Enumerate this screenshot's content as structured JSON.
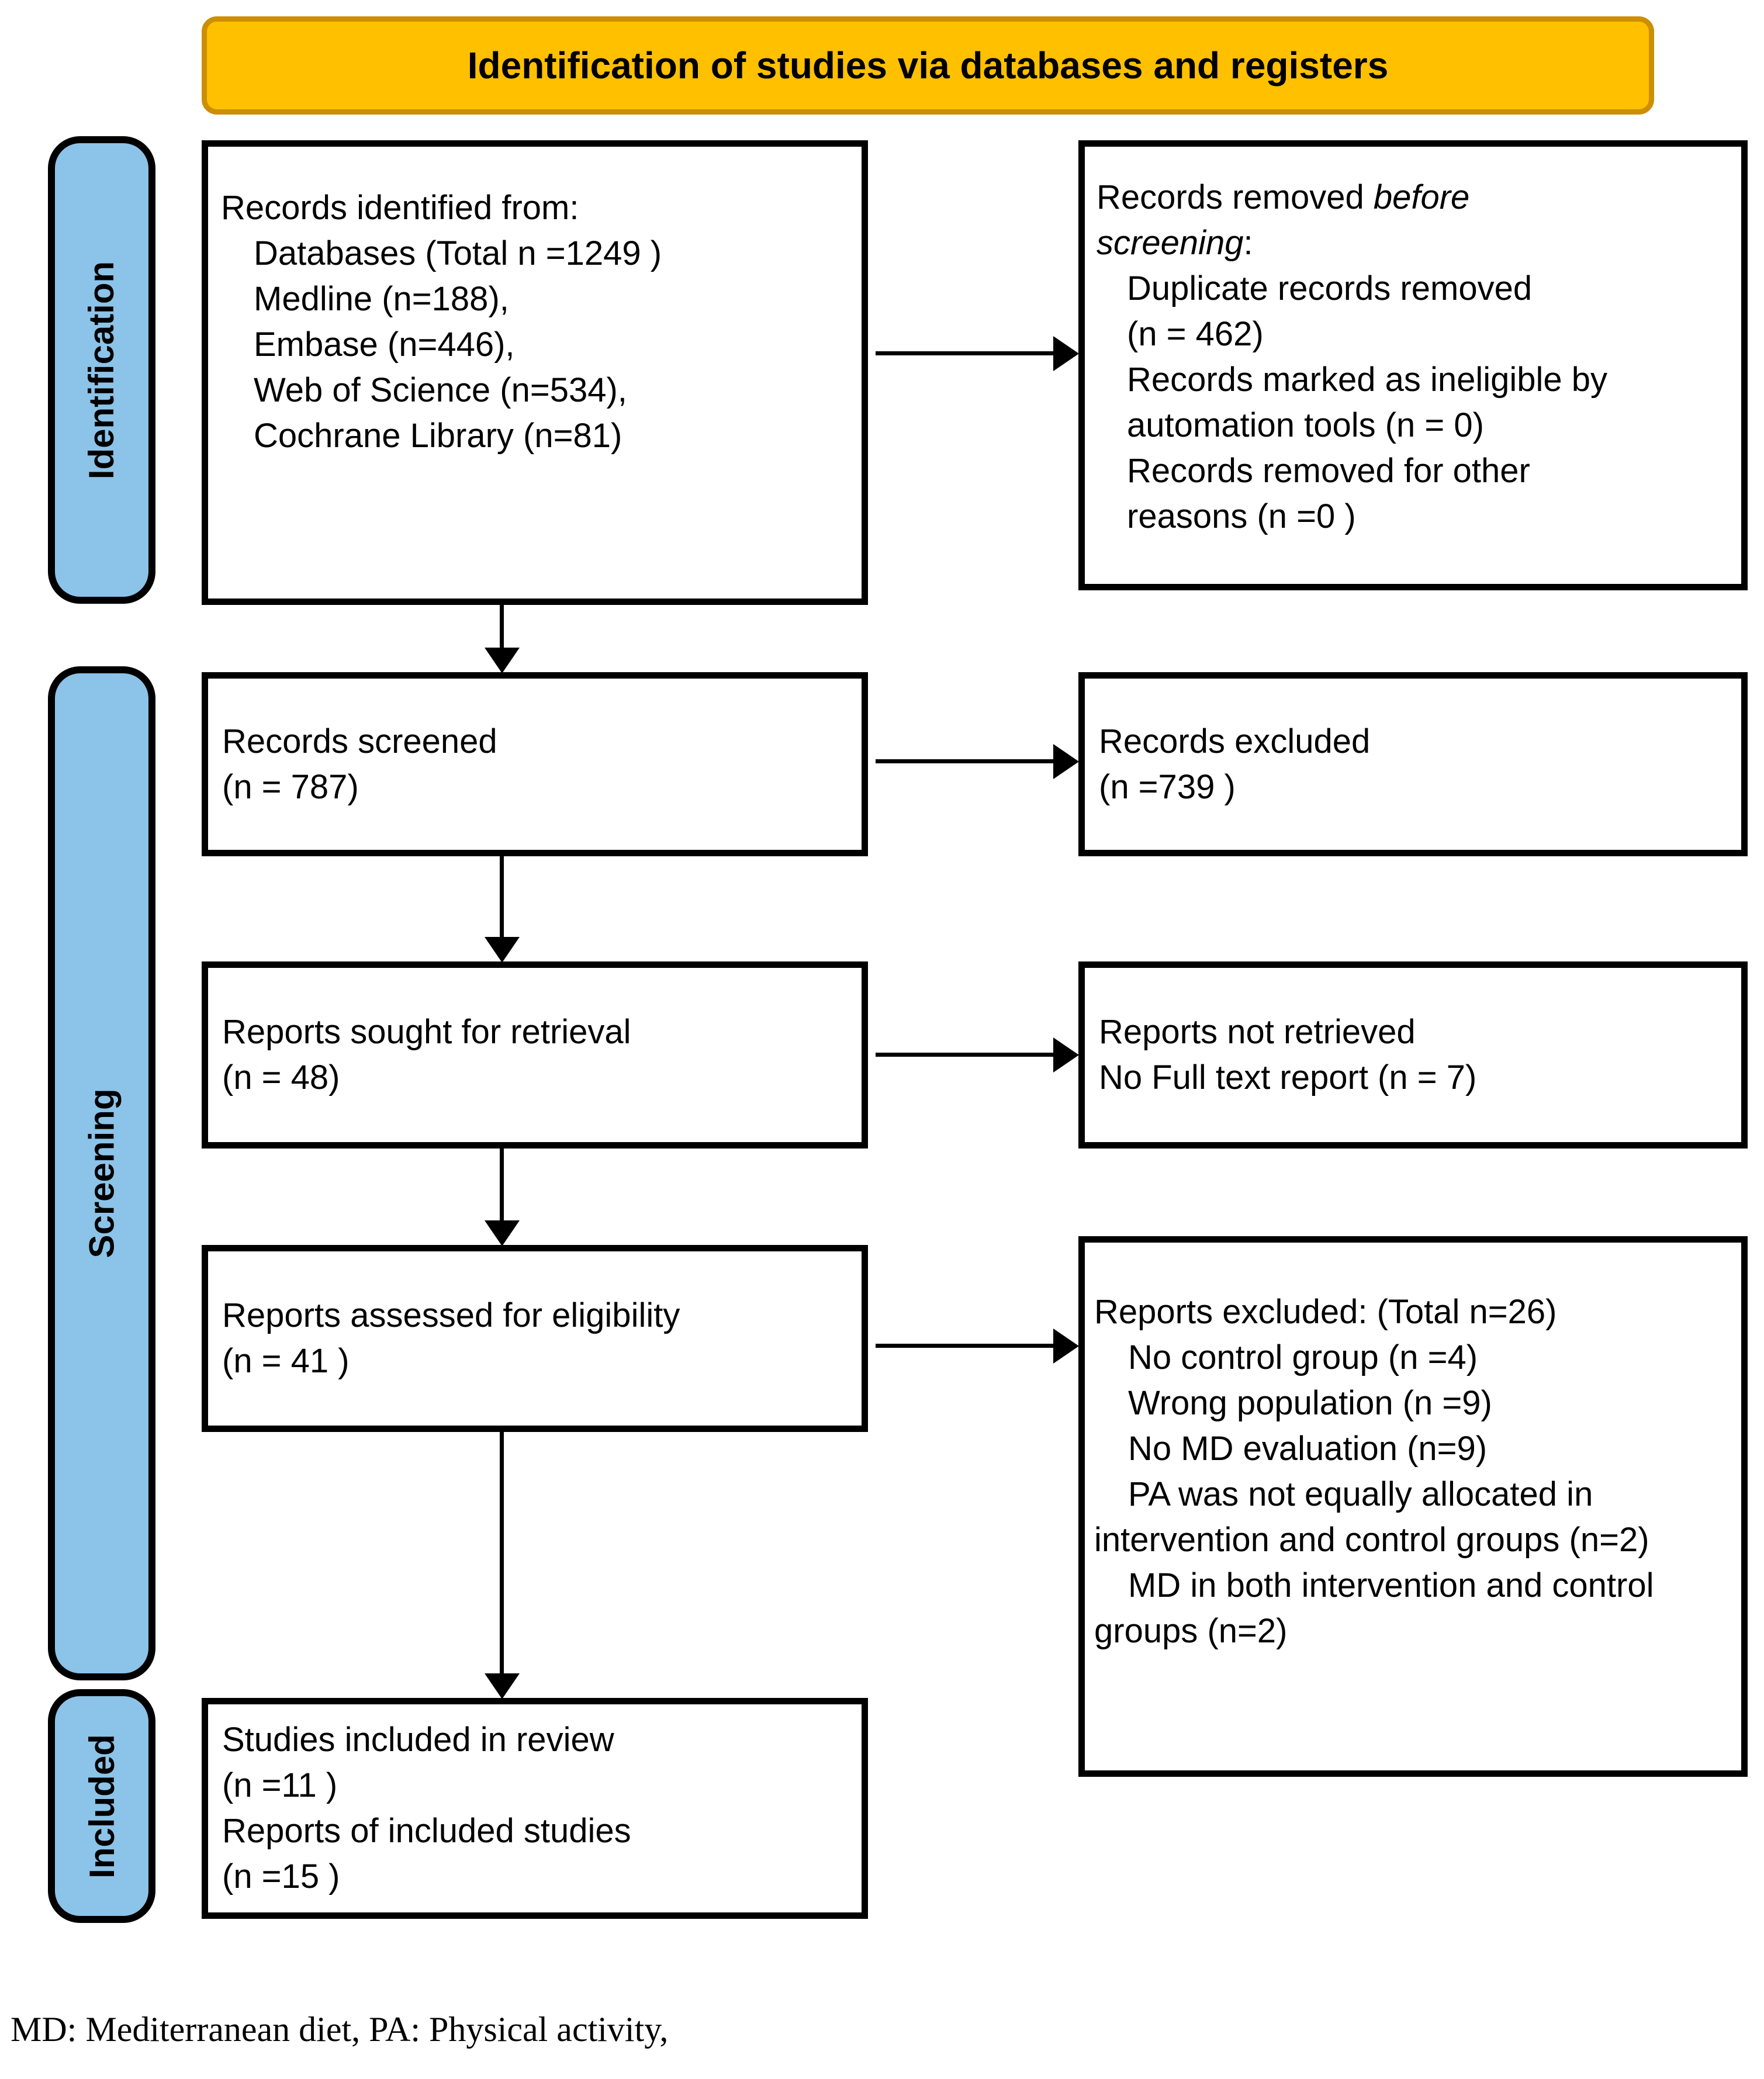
{
  "banner": {
    "title": "Identification of studies via databases and registers"
  },
  "stages": {
    "identification": "Identification",
    "screening": "Screening",
    "included": "Included"
  },
  "boxes": {
    "records_identified": {
      "title": "Records identified from:",
      "items": [
        "Databases (Total n =1249 )",
        "Medline (n=188),",
        "Embase (n=446),",
        "Web of Science (n=534),",
        "Cochrane Library (n=81)"
      ]
    },
    "records_removed": {
      "title_regular": "Records removed ",
      "title_italic_line1": "before",
      "title_italic_line2": "screening",
      "title_suffix": ":",
      "items": [
        "Duplicate records removed (n = 462)",
        "Records marked as ineligible by automation tools (n = 0)",
        "Records removed for other reasons (n =0 )"
      ]
    },
    "records_screened": {
      "line1": "Records screened",
      "line2": "(n = 787)"
    },
    "records_excluded": {
      "line1": "Records excluded",
      "line2": "(n =739 )"
    },
    "reports_sought": {
      "line1": "Reports sought for retrieval",
      "line2": "(n = 48)"
    },
    "reports_not_retrieved": {
      "line1": "Reports not retrieved",
      "line2": "No Full text report (n = 7)"
    },
    "reports_assessed": {
      "line1": "Reports assessed for eligibility",
      "line2": "(n = 41 )"
    },
    "reports_excluded": {
      "title": "Reports excluded: (Total n=26)",
      "items": [
        "No control group (n =4)",
        "Wrong population (n =9)",
        "No MD evaluation (n=9)",
        "PA was not equally allocated in intervention and control groups (n=2)",
        "MD in both intervention and control groups (n=2)"
      ]
    },
    "studies_included": {
      "line1": "Studies included in review",
      "line2": "(n =11 )",
      "line3": "Reports of included studies",
      "line4": "(n =15 )"
    }
  },
  "footnote": "MD: Mediterranean diet, PA: Physical activity,",
  "colors": {
    "banner_fill": "#FFC000",
    "banner_border": "#CC8F00",
    "stage_fill": "#8CC3E8",
    "line": "#000000"
  }
}
